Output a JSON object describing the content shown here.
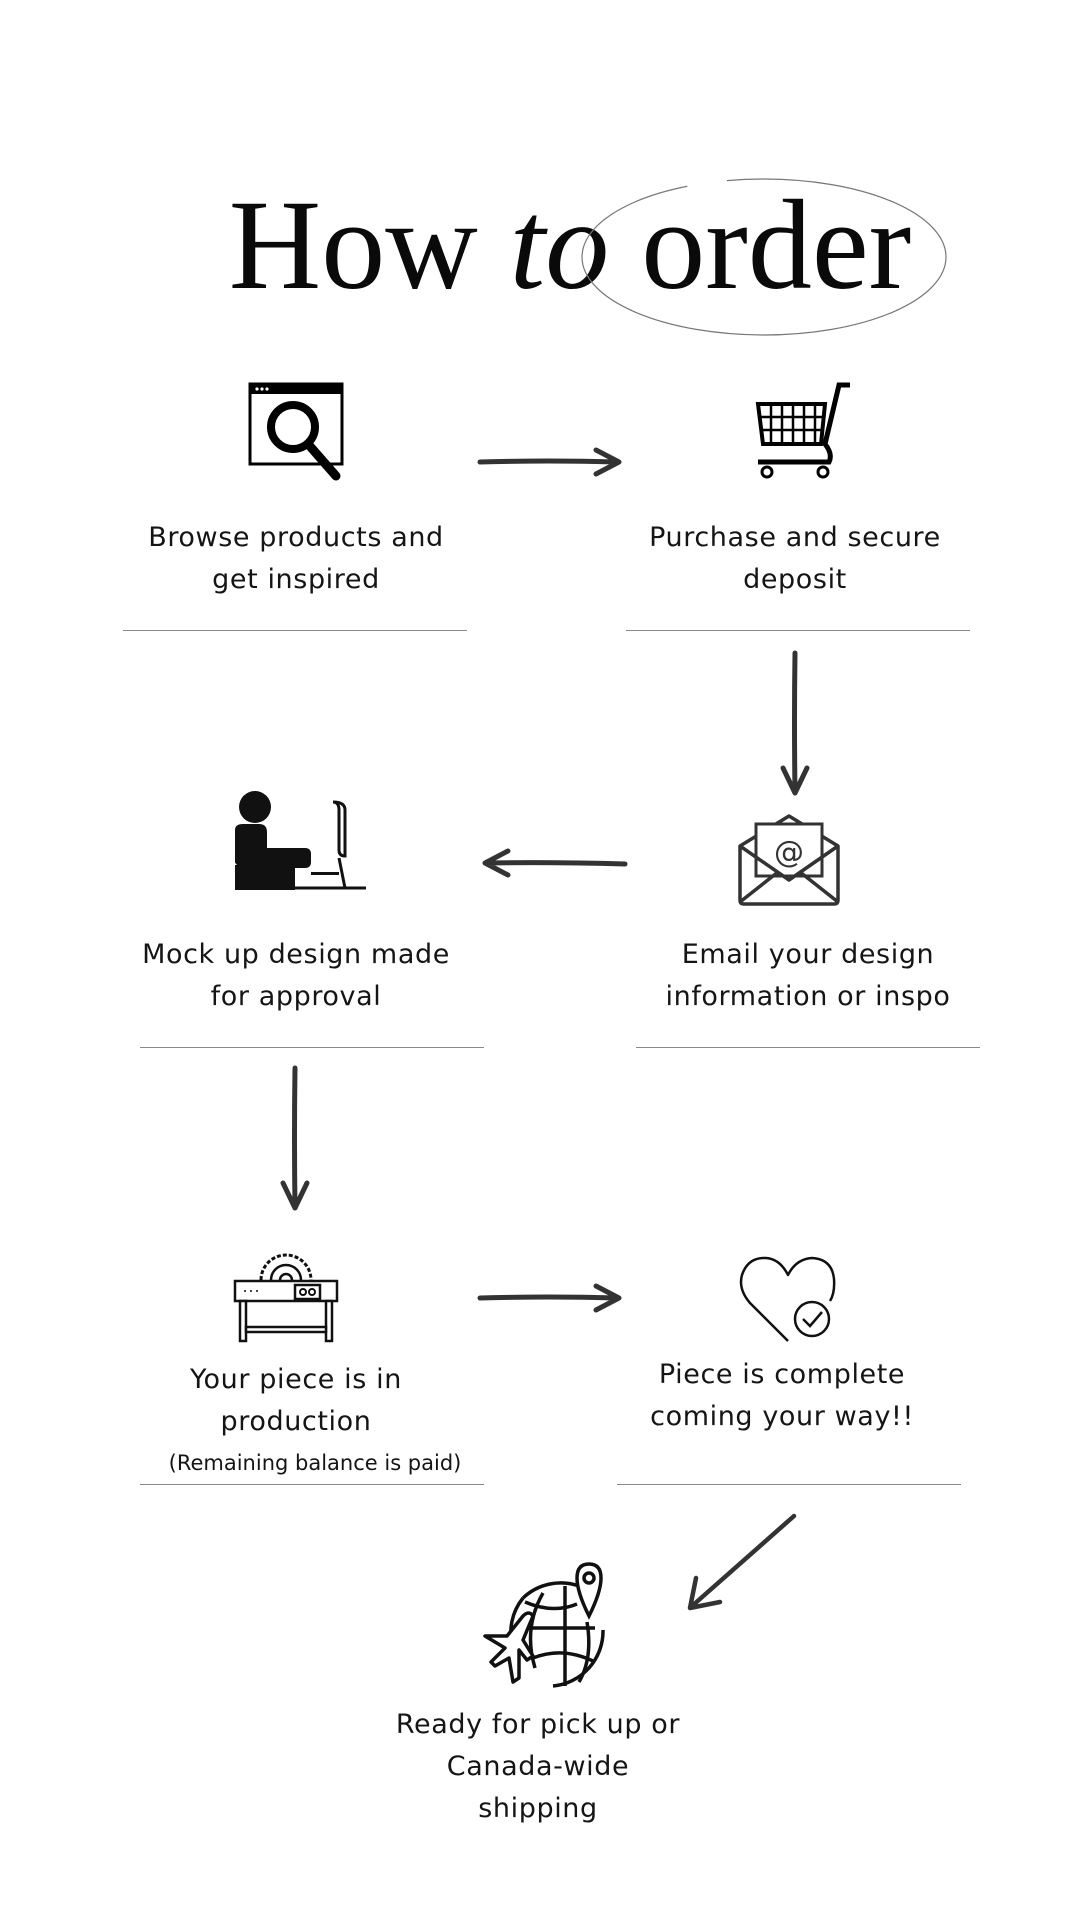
{
  "title": {
    "part1": "How",
    "part2": "to",
    "part3": "order"
  },
  "steps": [
    {
      "icon": "browser-search-icon",
      "lines": [
        "Browse products and",
        "get inspired"
      ]
    },
    {
      "icon": "shopping-cart-icon",
      "lines": [
        "Purchase and secure",
        "deposit"
      ]
    },
    {
      "icon": "email-envelope-icon",
      "lines": [
        "Email your design",
        "information or inspo"
      ]
    },
    {
      "icon": "person-at-computer-icon",
      "lines": [
        "Mock up design made",
        "for approval"
      ]
    },
    {
      "icon": "table-saw-icon",
      "lines": [
        "Your piece is in",
        "production"
      ],
      "note": "(Remaining balance is paid)"
    },
    {
      "icon": "heart-check-icon",
      "lines": [
        "Piece is complete",
        "coming your way!!"
      ]
    },
    {
      "icon": "globe-plane-pin-icon",
      "lines": [
        "Ready for pick up or",
        "Canada-wide",
        "shipping"
      ]
    }
  ],
  "colors": {
    "text": "#111111",
    "arrow": "#333333",
    "divider": "#8a8a8a"
  }
}
